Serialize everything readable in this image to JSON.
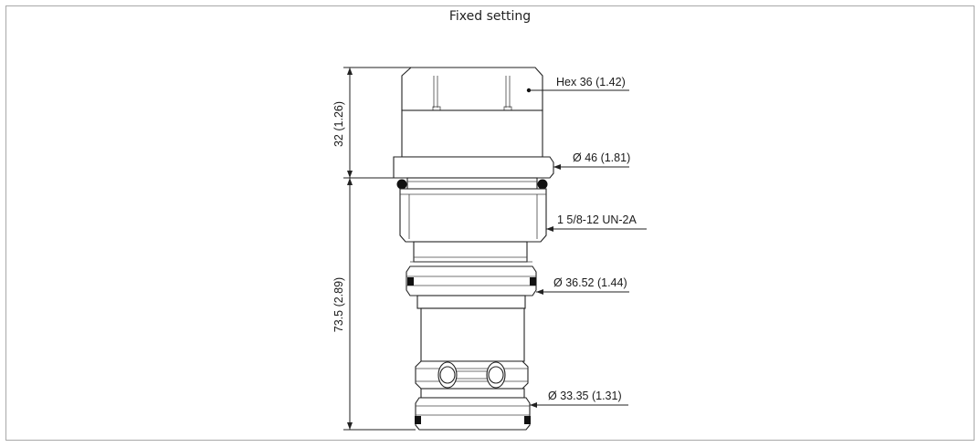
{
  "diagram": {
    "title": "Fixed setting",
    "dimensions": {
      "height_upper": "32 (1.26)",
      "height_lower": "73.5 (2.89)"
    },
    "callouts": {
      "hex": "Hex 36 (1.42)",
      "diameter_flange": "Ø 46 (1.81)",
      "thread": "1 5/8-12 UN-2A",
      "diameter_mid": "Ø 36.52 (1.44)",
      "diameter_bottom": "Ø 33.35 (1.31)"
    }
  }
}
